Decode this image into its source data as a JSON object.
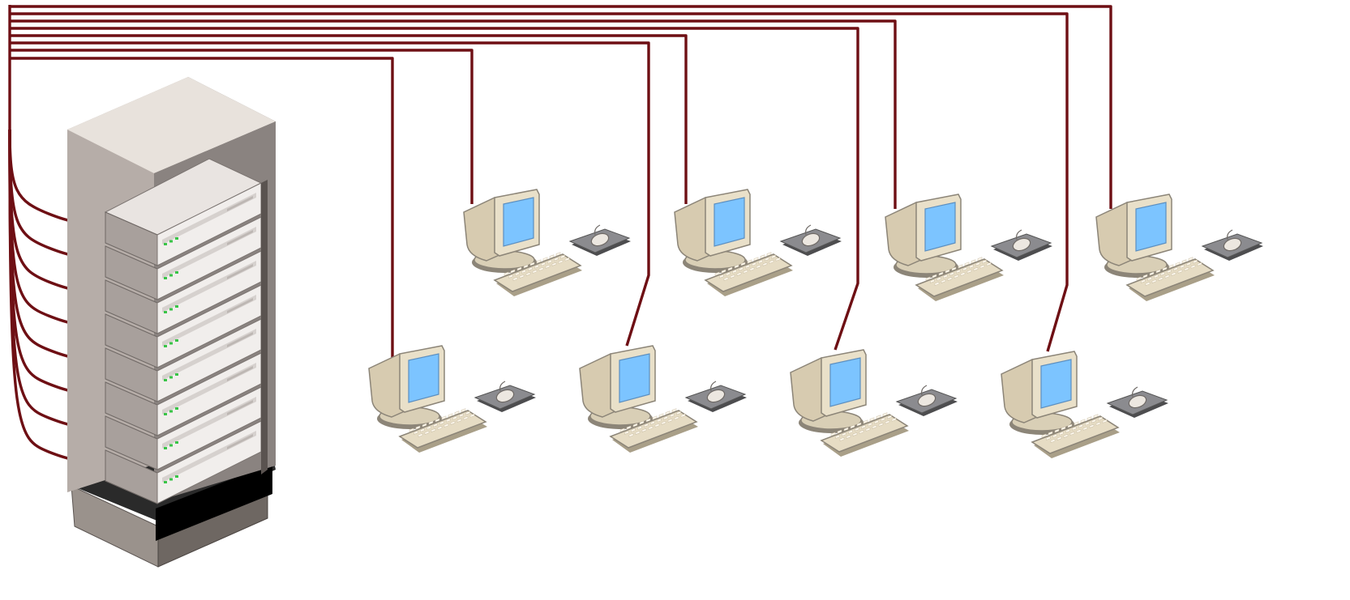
{
  "diagram": {
    "kind": "network-topology",
    "rack": {
      "units": 8,
      "led_color": "#39c447"
    },
    "workstations": [
      {
        "id": "ws-top-1",
        "row": "top",
        "column": 1
      },
      {
        "id": "ws-top-2",
        "row": "top",
        "column": 2
      },
      {
        "id": "ws-top-3",
        "row": "top",
        "column": 3
      },
      {
        "id": "ws-top-4",
        "row": "top",
        "column": 4
      },
      {
        "id": "ws-bottom-1",
        "row": "bottom",
        "column": 1
      },
      {
        "id": "ws-bottom-2",
        "row": "bottom",
        "column": 2
      },
      {
        "id": "ws-bottom-3",
        "row": "bottom",
        "column": 3
      },
      {
        "id": "ws-bottom-4",
        "row": "bottom",
        "column": 4
      }
    ],
    "colors": {
      "cable": "#6e0f14",
      "screen": "#7cc4ff",
      "monitor_body": "#e6dcc4",
      "rack_light": "#e8e2dc",
      "rack_dark": "#7d7571",
      "base": "#2a2a2a"
    }
  }
}
